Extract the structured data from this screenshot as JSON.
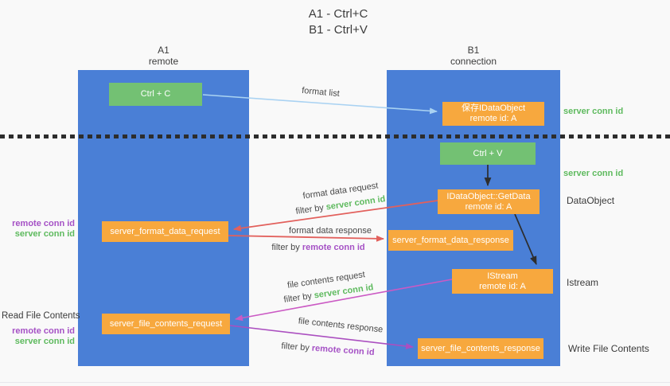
{
  "title": {
    "line1": "A1 - Ctrl+C",
    "line2": "B1 - Ctrl+V"
  },
  "colors": {
    "background": "#f9f9f9",
    "lane_blue": "#4a7fd6",
    "node_green": "#73c173",
    "node_orange": "#f7a83e",
    "arrow_light_blue": "#a9d2f2",
    "arrow_black": "#2d2d2d",
    "arrow_red": "#e2605c",
    "arrow_pink": "#cb5ac4",
    "arrow_purple": "#ab4fc0",
    "text_green": "#5eba5e",
    "text_purple": "#a551c5"
  },
  "lanes": {
    "left": {
      "header_line1": "A1",
      "header_line2": "remote"
    },
    "right": {
      "header_line1": "B1",
      "header_line2": "connection"
    }
  },
  "nodes": {
    "ctrl_c": {
      "label": "Ctrl + C"
    },
    "save_dataobject": {
      "title": "保存IDataObject",
      "subtitle": "remote id: A"
    },
    "ctrl_v": {
      "label": "Ctrl + V"
    },
    "getdata": {
      "title": "IDataObject::GetData",
      "subtitle": "remote id: A"
    },
    "format_request": {
      "label": "server_format_data_request"
    },
    "format_response": {
      "label": "server_format_data_response"
    },
    "istream": {
      "title": "IStream",
      "subtitle": "remote id: A"
    },
    "file_request": {
      "label": "server_file_contents_request"
    },
    "file_response": {
      "label": "server_file_contents_response"
    }
  },
  "arrow_labels": {
    "format_list": "format list",
    "format_data_request": "format data request",
    "format_data_response": "format data response",
    "file_contents_request": "file contents request",
    "file_contents_response": "file contents response",
    "filter_by": "filter by",
    "server_conn_id": "server conn id",
    "remote_conn_id": "remote conn id"
  },
  "side_labels": {
    "left": {
      "remote_conn_id_top": "remote conn id",
      "server_conn_id_top": "server conn id",
      "read_file_contents": "Read File Contents",
      "remote_conn_id_bottom": "remote conn id",
      "server_conn_id_bottom": "server conn id"
    },
    "right": {
      "server_conn_id_top": "server conn id",
      "server_conn_id_mid": "server conn id",
      "dataobject": "DataObject",
      "istream": "Istream",
      "write_file_contents": "Write File Contents"
    }
  }
}
